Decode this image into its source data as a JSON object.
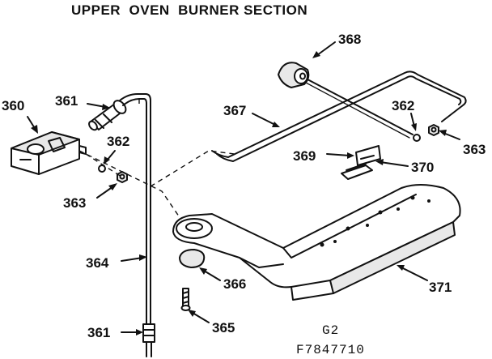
{
  "title": "UPPER  OVEN  BURNER SECTION",
  "callouts": {
    "c360": "360",
    "c361_top": "361",
    "c362_left": "362",
    "c363_left": "363",
    "c364": "364",
    "c361_bottom": "361",
    "c366": "366",
    "c365": "365",
    "c367": "367",
    "c368": "368",
    "c362_right": "362",
    "c363_right": "363",
    "c369": "369",
    "c370": "370",
    "c371": "371"
  },
  "footer": {
    "section": "G2",
    "part_code": "F7847710"
  }
}
